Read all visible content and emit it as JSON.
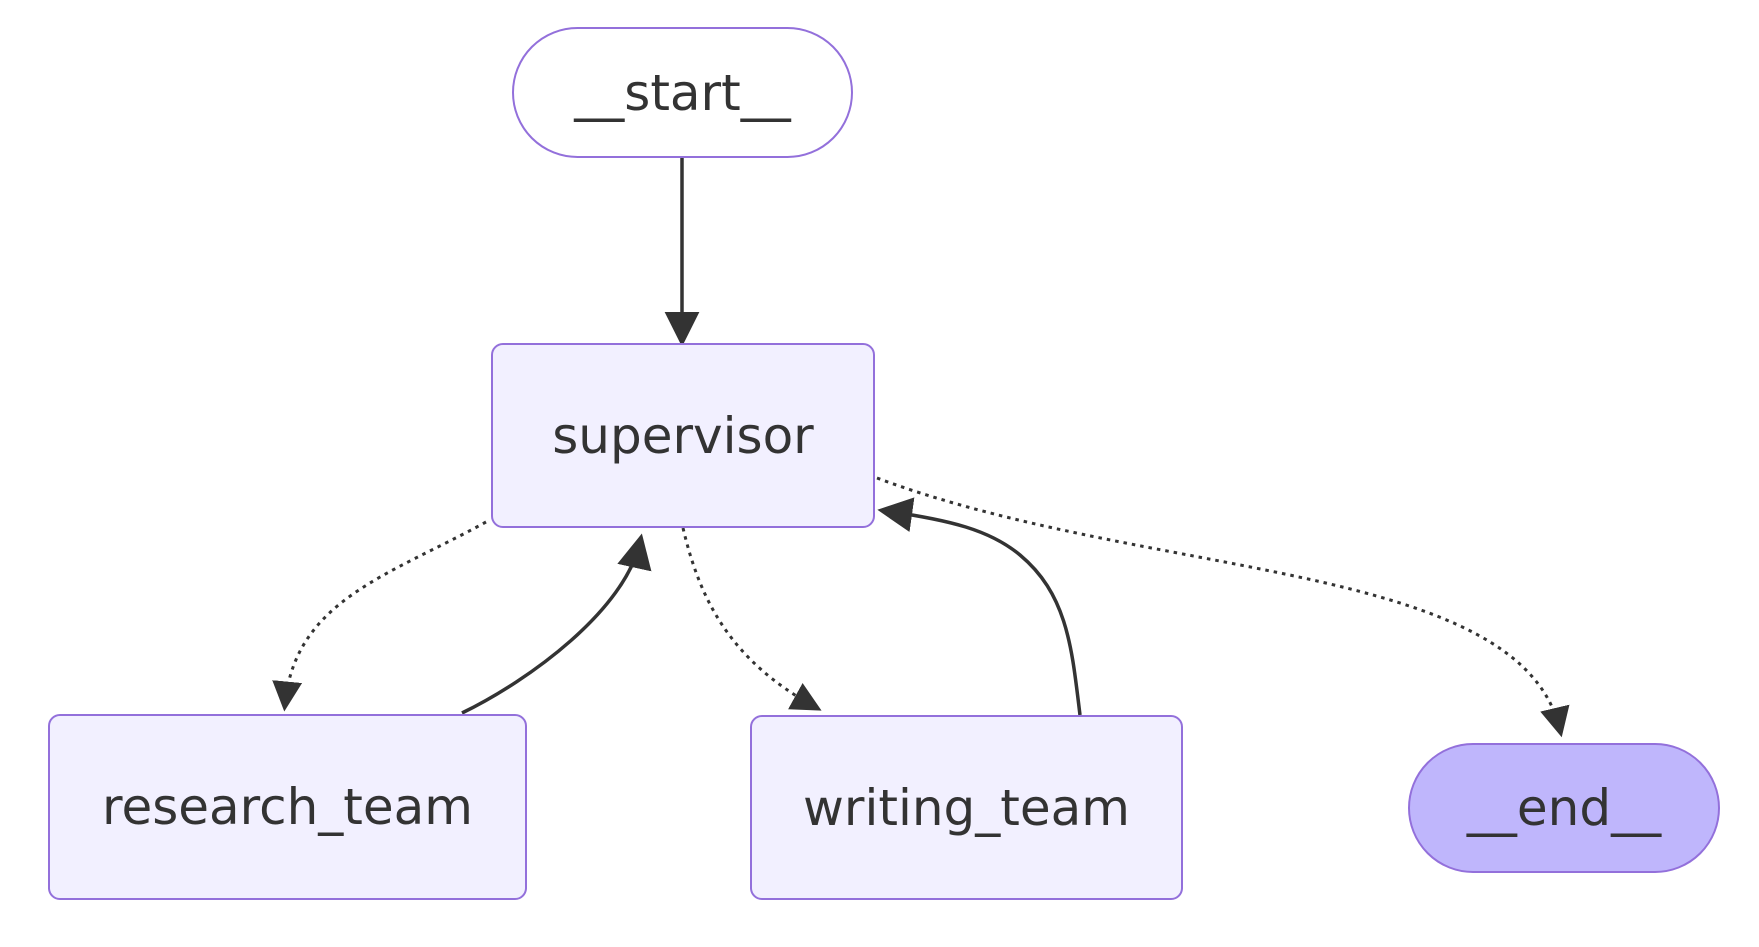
{
  "diagram": {
    "type": "flowchart",
    "direction": "top-down",
    "nodes": [
      {
        "id": "__start__",
        "label": "__start__",
        "shape": "stadium",
        "role": "entry"
      },
      {
        "id": "supervisor",
        "label": "supervisor",
        "shape": "rounded-rect",
        "role": "default"
      },
      {
        "id": "research_team",
        "label": "research_team",
        "shape": "rounded-rect",
        "role": "default"
      },
      {
        "id": "writing_team",
        "label": "writing_team",
        "shape": "rounded-rect",
        "role": "default"
      },
      {
        "id": "__end__",
        "label": "__end__",
        "shape": "stadium",
        "role": "exit"
      }
    ],
    "edges": [
      {
        "from": "__start__",
        "to": "supervisor",
        "style": "solid"
      },
      {
        "from": "supervisor",
        "to": "research_team",
        "style": "dotted"
      },
      {
        "from": "research_team",
        "to": "supervisor",
        "style": "solid"
      },
      {
        "from": "supervisor",
        "to": "writing_team",
        "style": "dotted"
      },
      {
        "from": "writing_team",
        "to": "supervisor",
        "style": "solid"
      },
      {
        "from": "supervisor",
        "to": "__end__",
        "style": "dotted"
      }
    ],
    "colors": {
      "background": "#ffffff",
      "node_border": "#9370db",
      "node_fill_default": "#f2f0ff",
      "node_fill_start": "#ffffff",
      "node_fill_end": "#bfb6fc",
      "text": "#333333",
      "edge": "#333333"
    }
  }
}
